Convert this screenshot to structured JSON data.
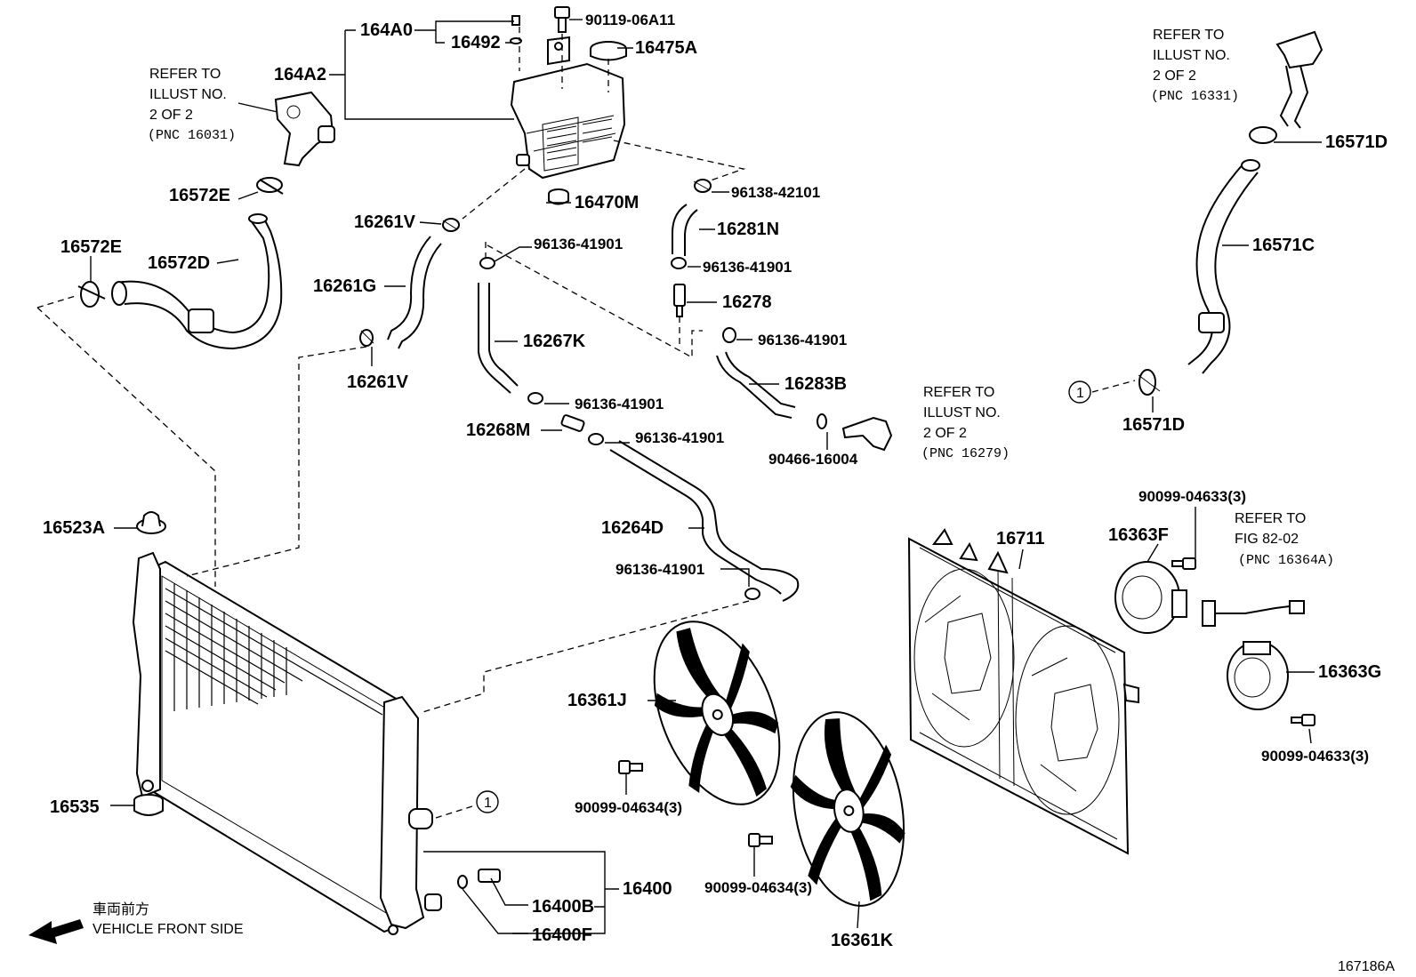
{
  "diagram": {
    "figure_id": "167186A",
    "direction_label_jp": "車両前方",
    "direction_label_en": "VEHICLE FRONT SIDE",
    "notes": [
      {
        "id": "note-16031",
        "lines": [
          "REFER TO",
          "ILLUST NO.",
          "2 OF 2",
          "(PNC 16031)"
        ]
      },
      {
        "id": "note-16331",
        "lines": [
          "REFER TO",
          "ILLUST NO.",
          "2 OF 2",
          "(PNC 16331)"
        ]
      },
      {
        "id": "note-16279",
        "lines": [
          "REFER TO",
          "ILLUST NO.",
          "2 OF 2",
          "(PNC 16279)"
        ]
      },
      {
        "id": "note-16364a",
        "lines": [
          "REFER TO",
          "FIG 82-02",
          "(PNC 16364A)"
        ]
      }
    ],
    "callout_marker": "1",
    "parts": [
      "164A0",
      "16492",
      "90119-06A11",
      "16475A",
      "164A2",
      "16572E",
      "16572E",
      "16572D",
      "16470M",
      "16261V",
      "96138-42101",
      "16281N",
      "96136-41901",
      "16261G",
      "96136-41901",
      "16278",
      "16267K",
      "96136-41901",
      "16261V",
      "16283B",
      "96136-41901",
      "16268M",
      "96136-41901",
      "90466-16004",
      "16571D",
      "16571C",
      "16571D",
      "16523A",
      "16264D",
      "96136-41901",
      "16711",
      "16363F",
      "90099-04633(3)",
      "16363G",
      "90099-04633(3)",
      "16361J",
      "90099-04634(3)",
      "16535",
      "16400",
      "16400B",
      "16400F",
      "90099-04634(3)",
      "16361K"
    ]
  }
}
